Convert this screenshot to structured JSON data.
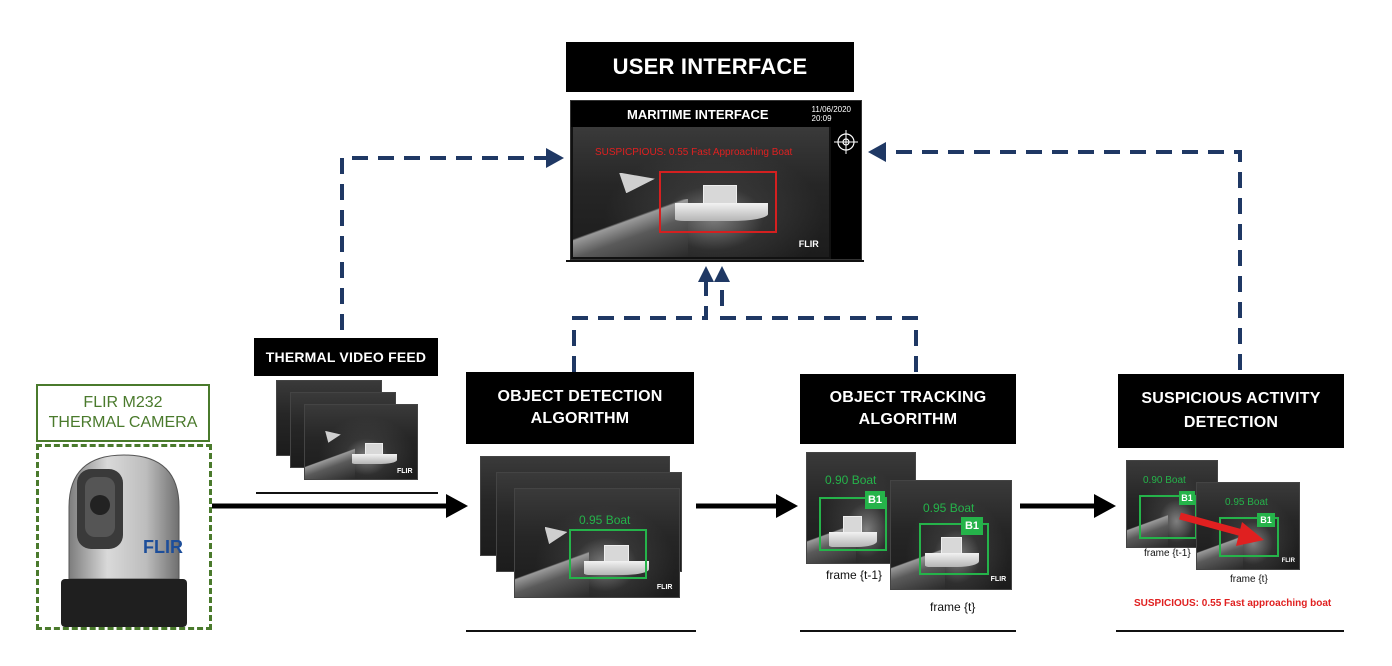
{
  "user_interface": {
    "title": "USER INTERFACE",
    "window_title": "MARITIME INTERFACE",
    "date": "11/06/2020",
    "time": "20:09",
    "alert": "SUSPICPIOUS: 0.55 Fast Approaching Boat",
    "logo": "FLIR",
    "crosshair_icon": "crosshair-icon"
  },
  "camera": {
    "label_line1": "FLIR M232",
    "label_line2": "THERMAL CAMERA",
    "logo": "FLIR",
    "frame_color": "#4a7a2c"
  },
  "thermal_feed": {
    "title": "THERMAL VIDEO FEED",
    "logo": "FLIR"
  },
  "object_detection": {
    "title_line1": "OBJECT DETECTION",
    "title_line2": "ALGORITHM",
    "detection_label": "0.95 Boat",
    "logo": "FLIR"
  },
  "object_tracking": {
    "title_line1": "OBJECT TRACKING",
    "title_line2": "ALGORITHM",
    "frame1_label": "0.90 Boat",
    "frame2_label": "0.95 Boat",
    "badge": "B1",
    "frame1_caption": "frame {t-1}",
    "frame2_caption": "frame {t}",
    "logo": "FLIR"
  },
  "suspicious_detection": {
    "title_line1": "SUSPICIOUS ACTIVITY",
    "title_line2": "DETECTION",
    "frame1_label": "0.90 Boat",
    "frame2_label": "0.95 Boat",
    "badge": "B1",
    "frame1_caption": "frame {t-1}",
    "frame2_caption": "frame {t}",
    "alert": "SUSPICIOUS: 0.55 Fast approaching  boat",
    "logo": "FLIR"
  },
  "colors": {
    "dashed_arrow": "#1f3864",
    "detection_green": "#25b34a",
    "alert_red": "#e02020",
    "title_bg": "#000000"
  }
}
